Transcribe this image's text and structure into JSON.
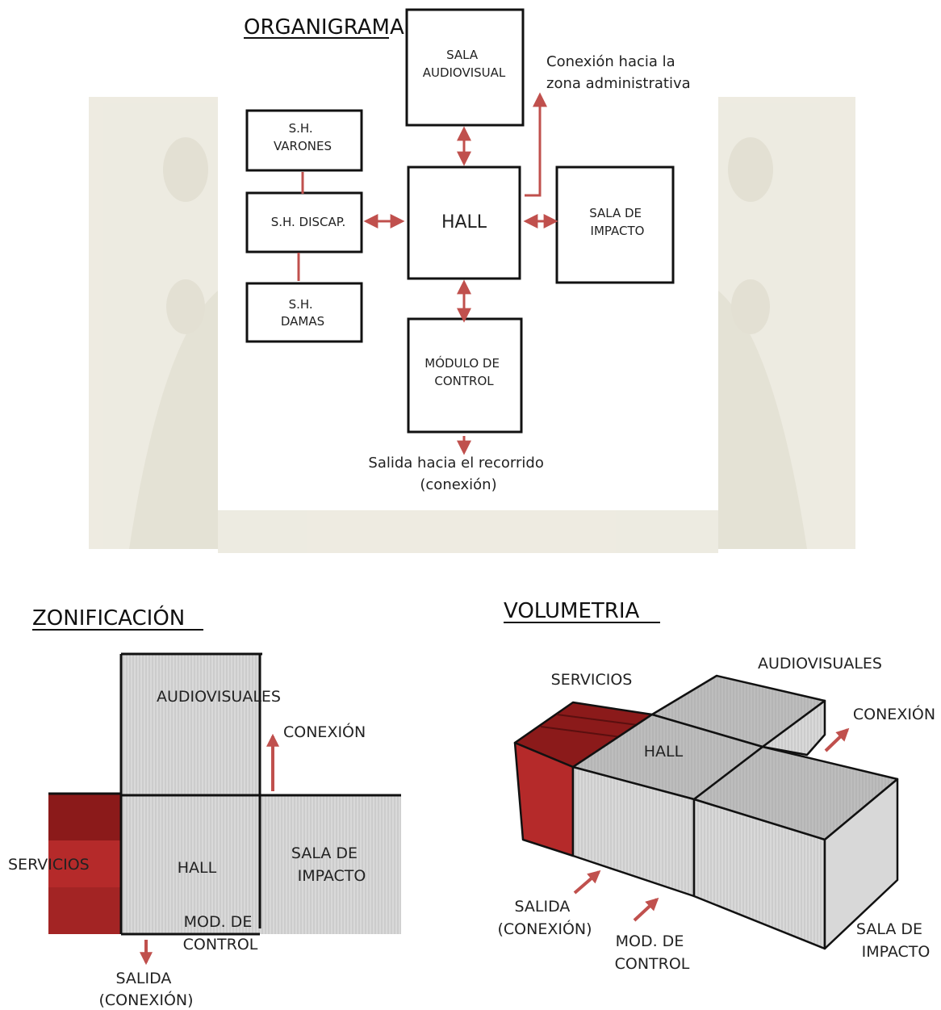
{
  "organigrama": {
    "title": "ORGANIGRAMA",
    "nodes": {
      "sala_audiovisual": [
        "SALA",
        "AUDIOVISUAL"
      ],
      "sh_varones": [
        "S.H.",
        "VARONES"
      ],
      "sh_discap": "S.H. DISCAP.",
      "sh_damas": [
        "S.H.",
        "DAMAS"
      ],
      "hall": "HALL",
      "sala_impacto": [
        "SALA DE",
        "IMPACTO"
      ],
      "modulo_control": [
        "MÓDULO DE",
        "CONTROL"
      ]
    },
    "notes": {
      "admin": [
        "Conexión hacia la",
        "zona administrativa"
      ],
      "salida": [
        "Salida hacia el recorrido",
        "(conexión)"
      ]
    }
  },
  "zonificacion": {
    "title": "ZONIFICACIÓN",
    "labels": {
      "audiovisuales": "AUDIOVISUALES",
      "conexion": "CONEXIÓN",
      "servicios": "SERVICIOS",
      "hall": "HALL",
      "sala_impacto": [
        "SALA DE",
        "IMPACTO"
      ],
      "mod_control": [
        "MOD. DE",
        "CONTROL"
      ],
      "salida": [
        "SALIDA",
        "(CONEXIÓN)"
      ]
    }
  },
  "volumetria": {
    "title": "VOLUMETRIA",
    "labels": {
      "servicios": "SERVICIOS",
      "audiovisuales": "AUDIOVISUALES",
      "conexion": "CONEXIÓN",
      "hall": "HALL",
      "salida": [
        "SALIDA",
        "(CONEXIÓN)"
      ],
      "mod_control": [
        "MOD. DE",
        "CONTROL"
      ],
      "sala_impacto": [
        "SALA DE",
        "IMPACTO"
      ]
    }
  },
  "colors": {
    "arrow": "#c0504d",
    "servicios_dark": "#8b1a1a",
    "servicios_mid": "#b52a2a",
    "volume_grey": "#cfcfcf",
    "volume_top": "#b8b8b8",
    "watermark": "#e6e4d8"
  }
}
